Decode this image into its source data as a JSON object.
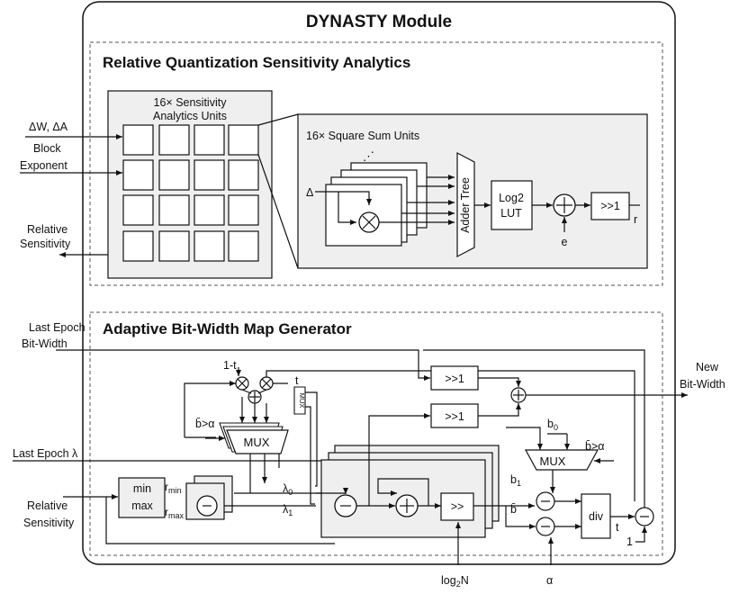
{
  "module_title": "DYNASTY Module",
  "rqsa": {
    "title": "Relative Quantization Sensitivity Analytics",
    "units_title_1": "16× Sensitivity",
    "units_title_2": "Analytics Units",
    "square_sum_title": "16× Square Sum Units",
    "dots": "⋰",
    "delta": "Δ",
    "adder_tree": "Adder Tree",
    "log2_1": "Log2",
    "log2_2": "LUT",
    "shift": ">>1",
    "r": "r",
    "e": "e",
    "in_dw_da": "ΔW, ΔA",
    "in_block_1": "Block",
    "in_block_2": "Exponent",
    "out_rel_1": "Relative",
    "out_rel_2": "Sensitivity"
  },
  "abmg": {
    "title": "Adaptive Bit-Width Map Generator",
    "in_last_epoch_1": "Last Epoch",
    "in_last_epoch_2": "Bit-Width",
    "in_last_lambda": "Last Epoch λ",
    "in_rel_1": "Relative",
    "in_rel_2": "Sensitivity",
    "one_minus_t": "1-t",
    "t_label": "t",
    "mux_small": "MUX",
    "mux": "MUX",
    "mux2": "MUX",
    "cond1": "b̄>α",
    "cond2": "b̄>α",
    "minmax_1": "min",
    "minmax_2": "max",
    "rmin": "r",
    "rmin_sub": "min",
    "rmax": "r",
    "rmax_sub": "max",
    "lambda0": "λ",
    "lambda0_sub": "0",
    "lambda1": "λ",
    "lambda1_sub": "1",
    "shift1": ">>1",
    "shift2": ">>1",
    "shift3": ">>",
    "b0": "b",
    "b0_sub": "0",
    "b1": "b",
    "b1_sub": "1",
    "bbar": "b̄",
    "div": "div",
    "t_out": "t",
    "one": "1",
    "log2n": "log",
    "log2n_sub": "2",
    "log2n_tail": "N",
    "alpha": "α",
    "out_new_1": "New",
    "out_new_2": "Bit-Width"
  }
}
